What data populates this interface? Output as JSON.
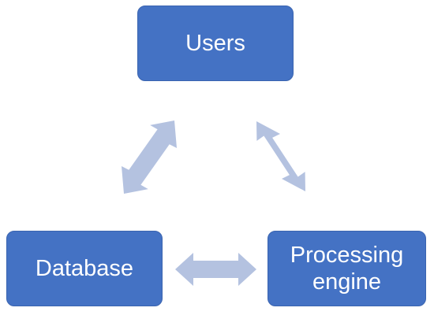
{
  "nodes": {
    "users": {
      "label": "Users"
    },
    "database": {
      "label": "Database"
    },
    "processing": {
      "line1": "Processing",
      "line2": "engine"
    }
  },
  "connections": [
    {
      "from": "users",
      "to": "database",
      "style": "double-arrow"
    },
    {
      "from": "users",
      "to": "processing",
      "style": "double-arrow"
    },
    {
      "from": "database",
      "to": "processing",
      "style": "double-arrow"
    }
  ],
  "colors": {
    "node_fill": "#4472c4",
    "node_text": "#ffffff",
    "arrow_fill": "#b4c2e0"
  }
}
